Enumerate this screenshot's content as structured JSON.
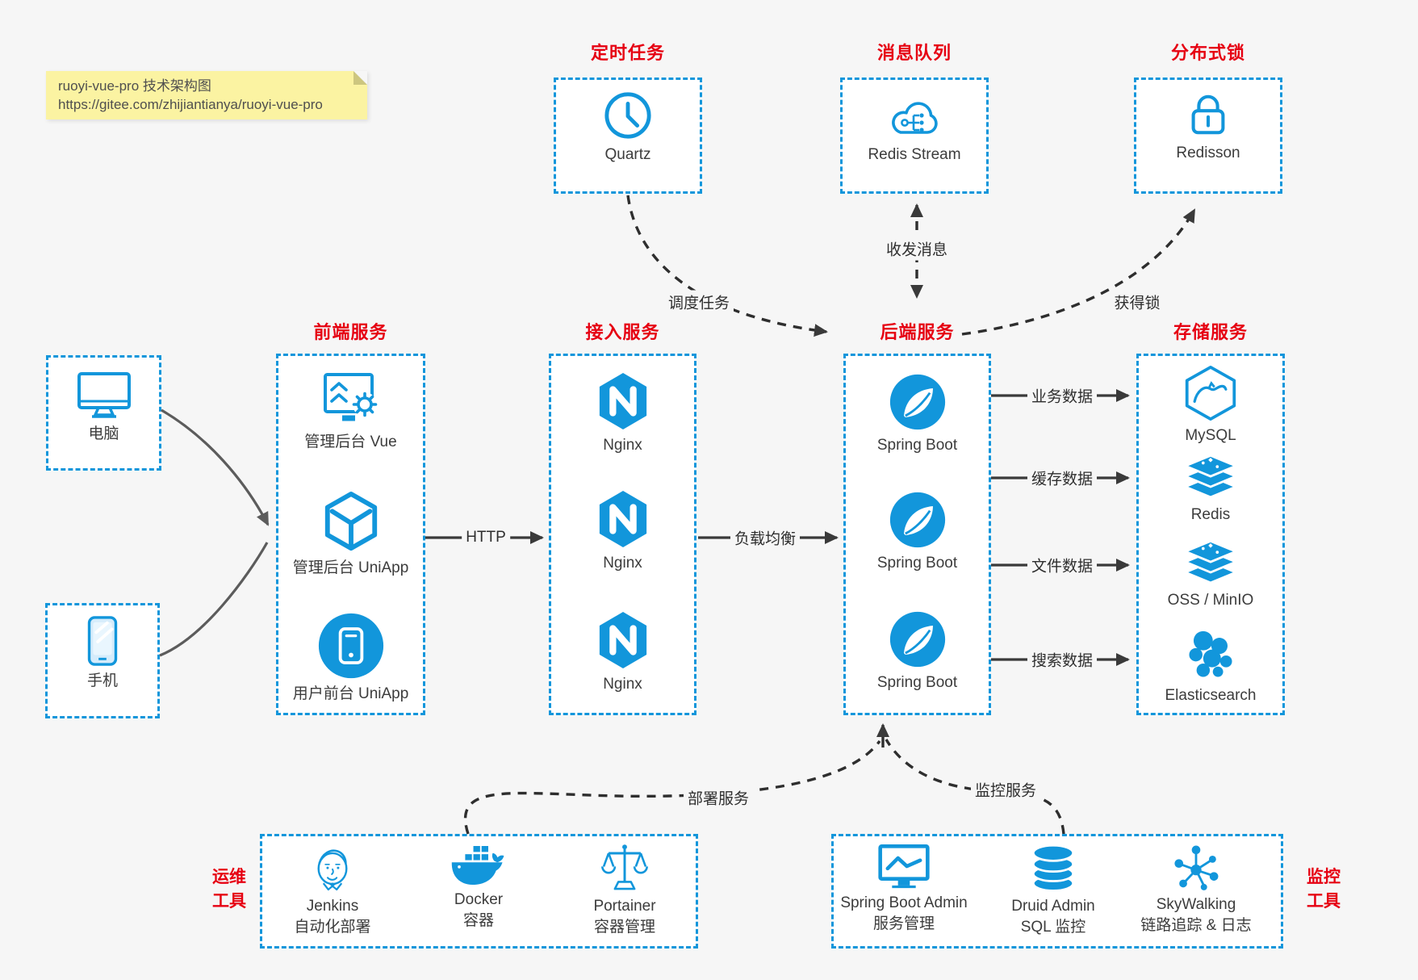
{
  "colors": {
    "accent_blue": "#1296db",
    "title_red": "#e60012",
    "line_dark": "#3a3a3a",
    "line_gray": "#5c5c5c",
    "note_bg": "#fbf3a2",
    "page_bg": "#f6f6f6",
    "node_text": "#3c3c3c"
  },
  "note": {
    "line1": "ruoyi-vue-pro 技术架构图",
    "line2": "https://gitee.com/zhijiantianya/ruoyi-vue-pro"
  },
  "top_services": [
    {
      "title": "定时任务",
      "label": "Quartz",
      "icon": "clock-icon"
    },
    {
      "title": "消息队列",
      "label": "Redis Stream",
      "icon": "cloud-message-icon"
    },
    {
      "title": "分布式锁",
      "label": "Redisson",
      "icon": "lock-icon"
    }
  ],
  "clients": [
    {
      "label": "电脑",
      "icon": "desktop-icon"
    },
    {
      "label": "手机",
      "icon": "mobile-icon"
    }
  ],
  "frontend": {
    "title": "前端服务",
    "items": [
      {
        "label": "管理后台 Vue",
        "icon": "admin-vue-icon"
      },
      {
        "label": "管理后台 UniApp",
        "icon": "uniapp-cube-icon"
      },
      {
        "label": "用户前台 UniApp",
        "icon": "user-app-icon"
      }
    ]
  },
  "gateway": {
    "title": "接入服务",
    "items": [
      {
        "label": "Nginx",
        "icon": "nginx-icon"
      },
      {
        "label": "Nginx",
        "icon": "nginx-icon"
      },
      {
        "label": "Nginx",
        "icon": "nginx-icon"
      }
    ]
  },
  "backend": {
    "title": "后端服务",
    "items": [
      {
        "label": "Spring Boot",
        "icon": "spring-boot-icon"
      },
      {
        "label": "Spring Boot",
        "icon": "spring-boot-icon"
      },
      {
        "label": "Spring Boot",
        "icon": "spring-boot-icon"
      }
    ]
  },
  "storage": {
    "title": "存储服务",
    "items": [
      {
        "label": "MySQL",
        "icon": "mysql-icon"
      },
      {
        "label": "Redis",
        "icon": "redis-icon"
      },
      {
        "label": "OSS / MinIO",
        "icon": "oss-minio-icon"
      },
      {
        "label": "Elasticsearch",
        "icon": "elasticsearch-icon"
      }
    ]
  },
  "ops": {
    "label_line1": "运维",
    "label_line2": "工具",
    "items": [
      {
        "title": "Jenkins",
        "subtitle": "自动化部署",
        "icon": "jenkins-icon"
      },
      {
        "title": "Docker",
        "subtitle": "容器",
        "icon": "docker-icon"
      },
      {
        "title": "Portainer",
        "subtitle": "容器管理",
        "icon": "portainer-icon"
      }
    ]
  },
  "monitoring": {
    "label_line1": "监控",
    "label_line2": "工具",
    "items": [
      {
        "title": "Spring Boot Admin",
        "subtitle": "服务管理",
        "icon": "monitor-chart-icon"
      },
      {
        "title": "Druid Admin",
        "subtitle": "SQL 监控",
        "icon": "database-icon"
      },
      {
        "title": "SkyWalking",
        "subtitle": "链路追踪 & 日志",
        "icon": "topology-icon"
      }
    ]
  },
  "edge_labels": {
    "http": "HTTP",
    "load_balance": "负载均衡",
    "business": "业务数据",
    "cache": "缓存数据",
    "file": "文件数据",
    "search": "搜索数据",
    "schedule": "调度任务",
    "message": "收发消息",
    "lock": "获得锁",
    "deploy": "部署服务",
    "monitor": "监控服务"
  }
}
